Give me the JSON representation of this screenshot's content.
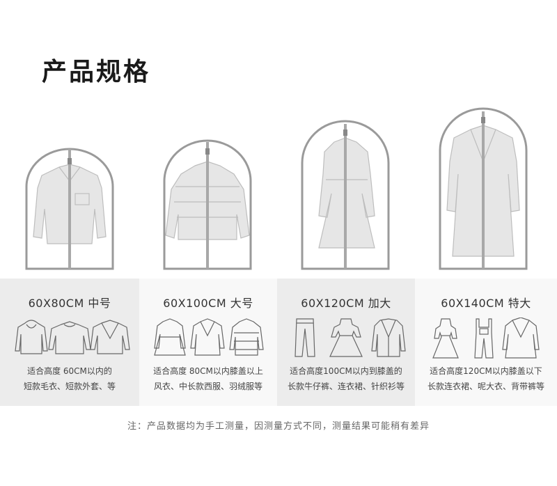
{
  "title": "产品规格",
  "specs": [
    {
      "size": "60X80CM 中号",
      "line1": "适合高度 60CM以内的",
      "line2": "短款毛衣、短款外套、等",
      "bg": "#ececec"
    },
    {
      "size": "60X100CM 大号",
      "line1": "适合高度 80CM以内膝盖以上",
      "line2": "风衣、中长款西服、羽绒服等",
      "bg": "#f8f8f8"
    },
    {
      "size": "60X120CM 加大",
      "line1": "适合高度100CM以内到膝盖的",
      "line2": "长款牛仔裤、连衣裙、针织衫等",
      "bg": "#ececec"
    },
    {
      "size": "60X140CM 特大",
      "line1": "适合高度120CM以内膝盖以下",
      "line2": "长款连衣裙、呢大衣、背带裤等",
      "bg": "#f8f8f8"
    }
  ],
  "note": "注：产品数据均为手工测量，因测量方式不同，测量结果可能稍有差异",
  "colors": {
    "bag_outline": "#9a9a9a",
    "garment_fill": "#e6e6e6",
    "zipper": "#a8a8a8"
  },
  "icons": [
    "jacket-icon",
    "puffer-jacket-icon",
    "trench-coat-icon",
    "long-coat-icon",
    "hoodie-icon",
    "sweater-icon",
    "blazer-icon",
    "trench-small-icon",
    "coat-small-icon",
    "puffer-small-icon",
    "jeans-icon",
    "dress-icon",
    "cardigan-icon",
    "long-dress-icon",
    "overalls-icon",
    "overcoat-icon"
  ]
}
